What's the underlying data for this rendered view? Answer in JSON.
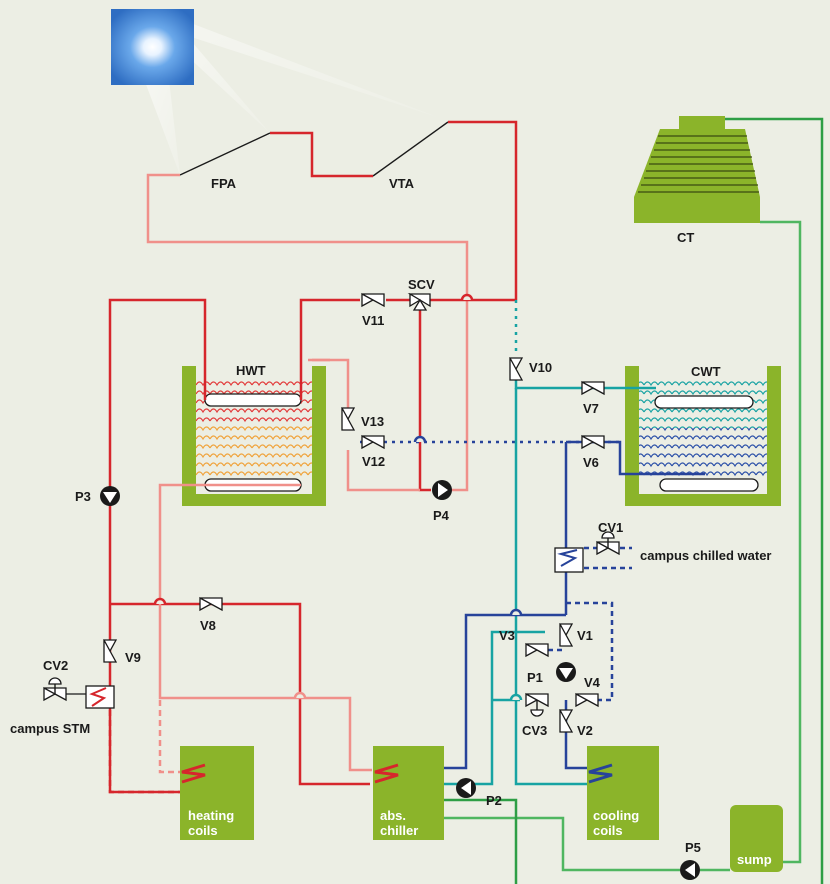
{
  "colors": {
    "background": "#eceee4",
    "hot_supply": "#d6262c",
    "hot_return": "#f0908a",
    "chilled": "#27439a",
    "condenser": "#17a3a3",
    "cooling_tower": "#2e9e45",
    "equipment": "#8bb42a"
  },
  "labels": {
    "fpa": "FPA",
    "vta": "VTA",
    "ct": "CT",
    "hwt": "HWT",
    "cwt": "CWT",
    "scv": "SCV",
    "p1": "P1",
    "p2": "P2",
    "p3": "P3",
    "p4": "P4",
    "p5": "P5",
    "v1": "V1",
    "v2": "V2",
    "v3": "V3",
    "v4": "V4",
    "v6": "V6",
    "v7": "V7",
    "v8": "V8",
    "v9": "V9",
    "v10": "V10",
    "v11": "V11",
    "v12": "V12",
    "v13": "V13",
    "cv1": "CV1",
    "cv2": "CV2",
    "cv3": "CV3",
    "campus_chilled_water": "campus chilled water",
    "campus_stm": "campus STM"
  },
  "equipment": {
    "heating_coils": [
      "heating",
      "coils"
    ],
    "abs_chiller": [
      "abs.",
      "chiller"
    ],
    "cooling_coils": [
      "cooling",
      "coils"
    ],
    "sump": "sump"
  },
  "icons": [
    "sun-icon",
    "solar-collector-icon",
    "cooling-tower-icon",
    "storage-tank-icon",
    "pump-icon",
    "valve-icon",
    "control-valve-icon",
    "heat-exchanger-icon",
    "coil-icon"
  ]
}
